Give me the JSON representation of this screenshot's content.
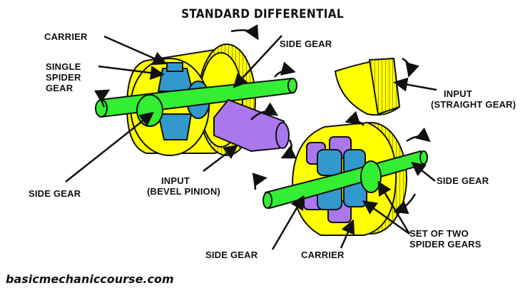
{
  "title": "STANDARD DIFFERENTIAL",
  "watermark": "basicmechaniccourse.com",
  "left_diagram": {
    "labels": {
      "carrier": "CARRIER",
      "single_spider_gear": [
        "SINGLE",
        "SPIDER",
        "GEAR"
      ],
      "side_gear_top": "SIDE GEAR",
      "side_gear_bottom": "SIDE GEAR",
      "input": [
        "INPUT",
        "(BEVEL PINION)"
      ]
    }
  },
  "right_diagram": {
    "labels": {
      "input": [
        "INPUT",
        "(STRAIGHT GEAR)"
      ],
      "side_gear_right": "SIDE GEAR",
      "side_gear_bottom": "SIDE GEAR",
      "carrier": "CARRIER",
      "set_of_two_spider_gears": [
        "SET OF TWO",
        "SPIDER GEARS"
      ]
    }
  },
  "colors": {
    "carrier": "#ffff00",
    "axle": "#33ee33",
    "spider_gear": "#3399cc",
    "pinion": "#aa77ee",
    "outline": "#111111"
  }
}
